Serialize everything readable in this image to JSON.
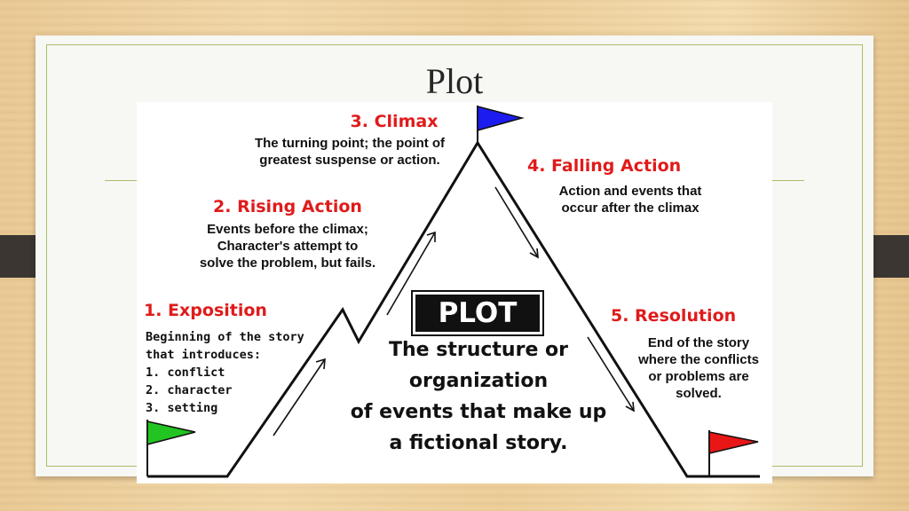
{
  "title": "Plot",
  "diagram": {
    "climax": {
      "heading": "3. Climax",
      "lines": [
        "The turning point; the point of",
        "greatest suspense or action."
      ]
    },
    "rising": {
      "heading": "2. Rising Action",
      "lines": [
        "Events before the climax;",
        "Character's attempt to",
        "solve the problem, but fails."
      ]
    },
    "exposition": {
      "heading": "1. Exposition",
      "lines": [
        "Beginning of the story",
        "that introduces:",
        "1. conflict",
        "2. character",
        "3. setting"
      ]
    },
    "falling": {
      "heading": "4. Falling Action",
      "lines": [
        "Action and events that",
        "occur after the climax"
      ]
    },
    "resolution": {
      "heading": "5. Resolution",
      "lines": [
        "End of the story",
        "where the conflicts",
        "or problems are",
        "solved."
      ]
    },
    "plot_label": "PLOT",
    "definition": [
      "The structure or",
      "organization",
      "of events that make up",
      "a fictional story."
    ],
    "colors": {
      "heading": "#e01b1b",
      "flag_start": "#22c422",
      "flag_peak": "#1c1cf0",
      "flag_end": "#e81616"
    }
  }
}
